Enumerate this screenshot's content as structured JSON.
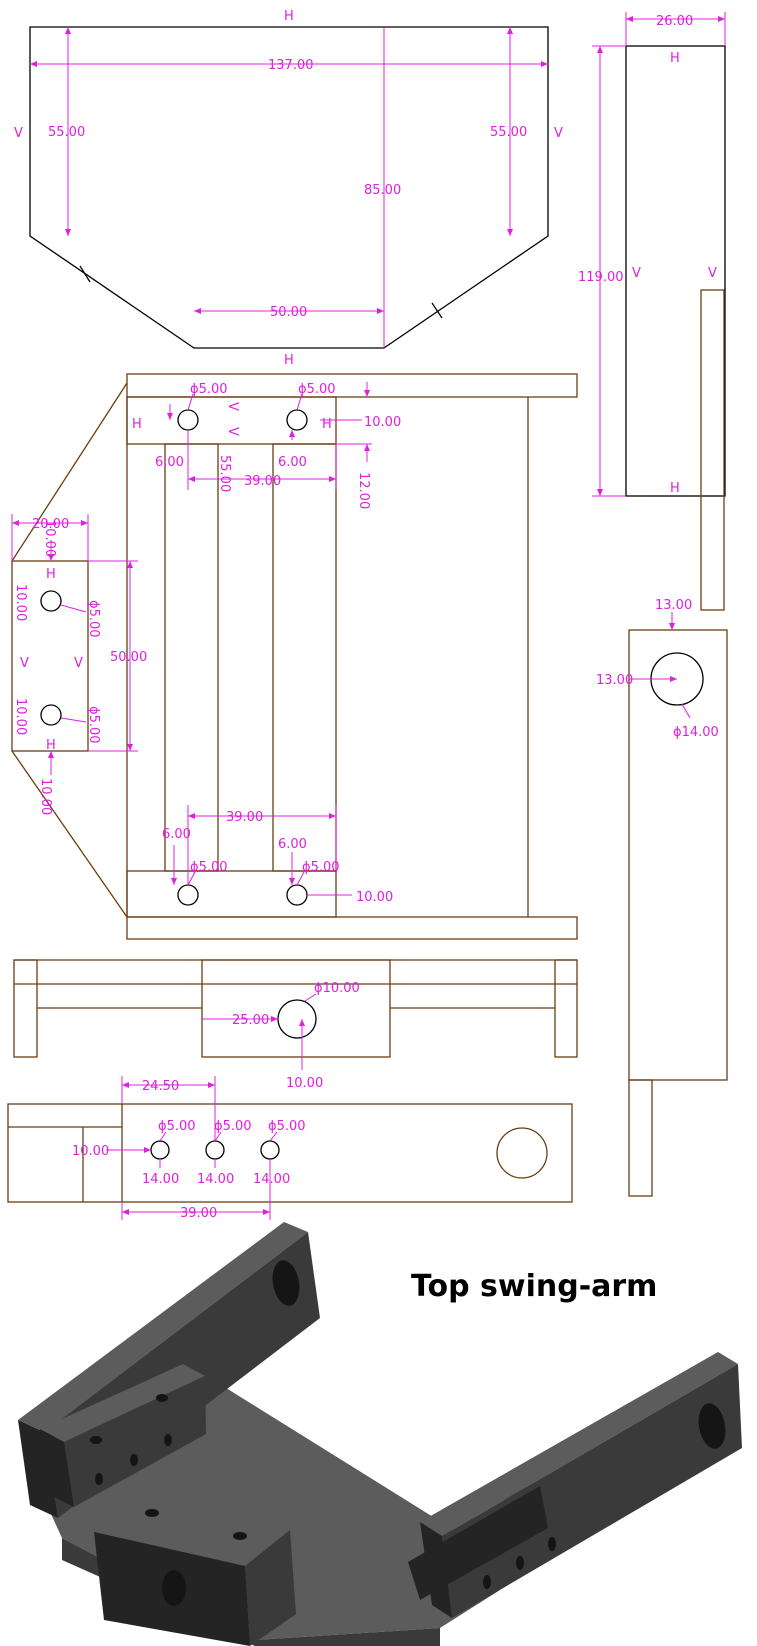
{
  "title": "Top swing-arm",
  "markers": {
    "h": "H",
    "v": "V"
  },
  "dims": {
    "d137": "137.00",
    "d55": "55.00",
    "d85": "85.00",
    "d50": "50.00",
    "d26": "26.00",
    "d119": "119.00",
    "dia5": "ϕ5.00",
    "dia10": "ϕ10.00",
    "dia14": "ϕ14.00",
    "d10": "10.00",
    "d12": "12.00",
    "d6": "6.00",
    "d39": "39.00",
    "d20": "20.00",
    "d25": "25.00",
    "d245": "24.50",
    "d14": "14.00",
    "d13": "13.00"
  },
  "colors": {
    "line": "#000000",
    "part_outline": "#6b3d12",
    "dimension": "#e020e0"
  }
}
